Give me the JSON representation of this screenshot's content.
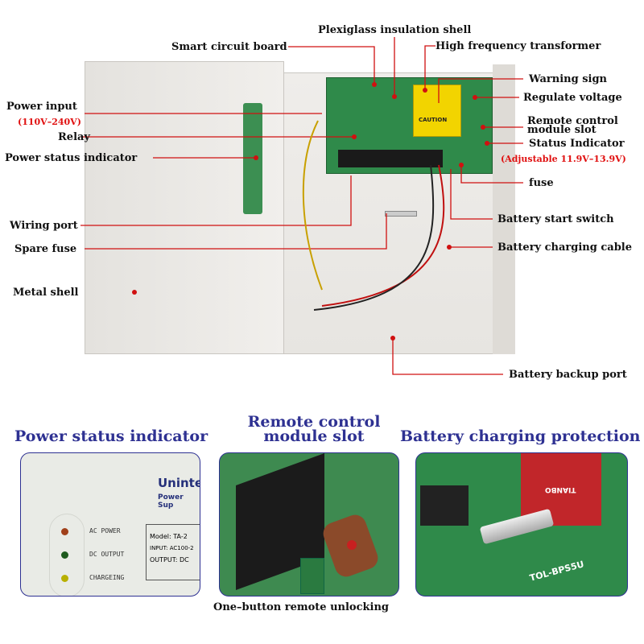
{
  "callouts": {
    "plexiglass": "Plexiglass insulation shell",
    "smart_board": "Smart circuit board",
    "transformer": "High frequency transformer",
    "warning_sign": "Warning sign",
    "regulate_voltage": "Regulate voltage",
    "remote_slot_1": "Remote control",
    "remote_slot_2": "module slot",
    "status_indicator": "Status Indicator",
    "status_range": "(Adjustable 11.9V–13.9V)",
    "fuse": "fuse",
    "battery_switch": "Battery start switch",
    "charging_cable": "Battery charging cable",
    "backup_port": "Battery backup port",
    "power_input": "Power input",
    "power_range": "(110V–240V)",
    "relay": "Relay",
    "power_status": "Power status indicator",
    "wiring_port": "Wiring port",
    "spare_fuse": "Spare fuse",
    "metal_shell": "Metal shell"
  },
  "product_text": {
    "caution": "CAUTION"
  },
  "panels": {
    "power_status": {
      "heading": "Power status indicator",
      "brand": "Uninte",
      "brand_sub": "Power Sup",
      "model": "Model: TA-2",
      "input": "INPUT: AC100-2",
      "output": "OUTPUT: DC",
      "leds": [
        {
          "label": "AC POWER",
          "color": "#a0401a"
        },
        {
          "label": "DC OUTPUT",
          "color": "#1e5a1e"
        },
        {
          "label": "CHARGEING",
          "color": "#b8b000"
        }
      ]
    },
    "remote": {
      "heading_1": "Remote control",
      "heading_2": "module slot",
      "caption": "One–button remote unlocking"
    },
    "battery": {
      "heading": "Battery charging protection",
      "board_text": "TOL-BPS5U",
      "relay_text": "TIANBO"
    }
  },
  "colors": {
    "accent": "#2e3192",
    "leader": "#d01010",
    "board": "#2f8a4a"
  }
}
